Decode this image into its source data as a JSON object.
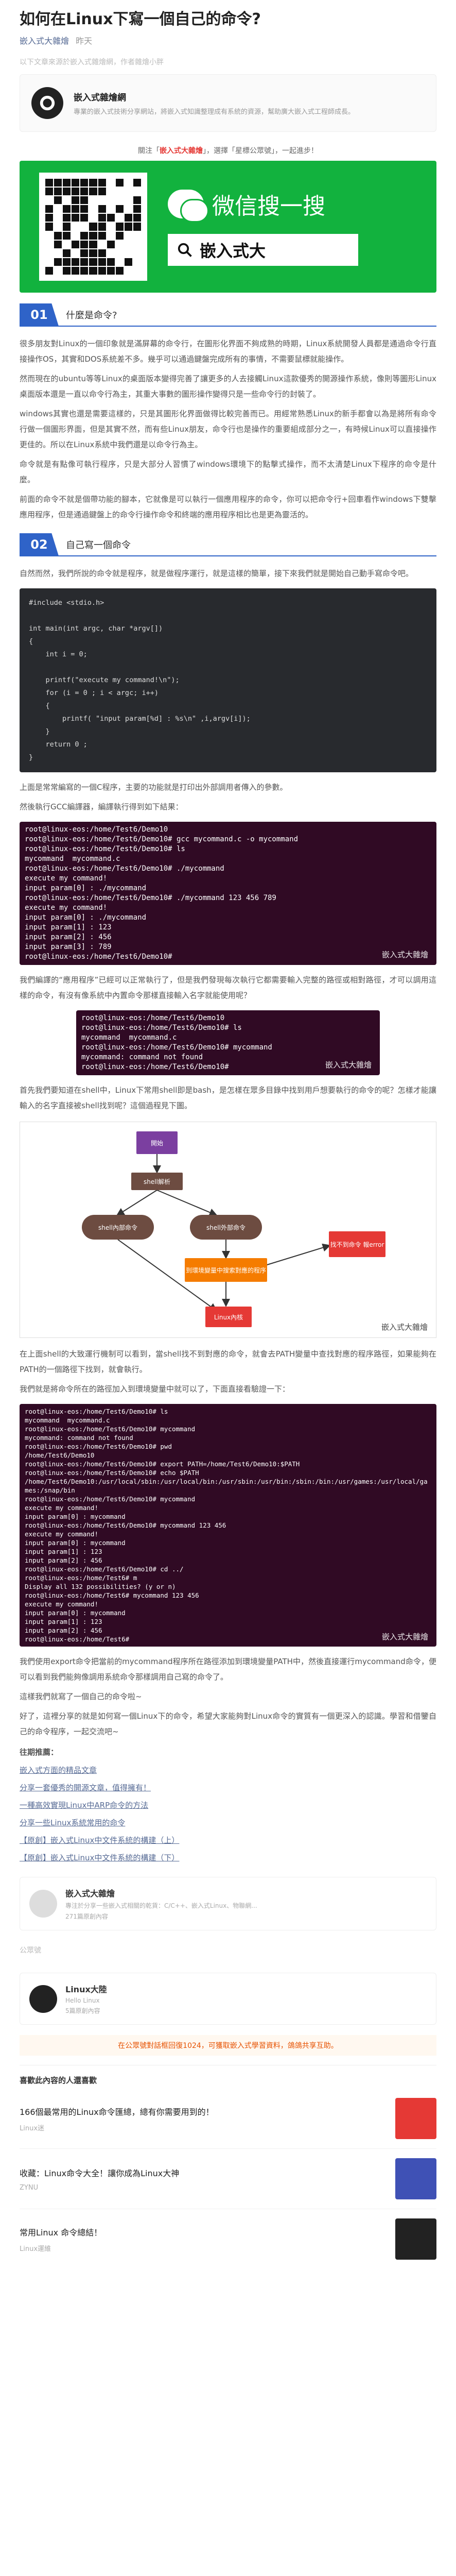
{
  "article": {
    "title": "如何在Linux下寫一個自己的命令?",
    "author": "嵌入式大雜燴",
    "date": "昨天",
    "notice": "以下文章來源於嵌入式雜燴網，作者雜燴小胖"
  },
  "profile_card": {
    "name": "嵌入式雜燴網",
    "desc": "專業的嵌入式技術分享網站，將嵌入式知識整理成有系統的資源，幫助廣大嵌入式工程師成長。"
  },
  "follow_tip": {
    "prefix": "關注「",
    "name": "嵌入式大雜燴",
    "suffix": "」，選擇「星標公眾號」，一起進步！"
  },
  "banner": {
    "line1": "微信搜一搜",
    "line2": "嵌入式大"
  },
  "sections": [
    {
      "num": "01",
      "title": "什麼是命令?"
    },
    {
      "num": "02",
      "title": "自己寫一個命令"
    }
  ],
  "paragraphs": {
    "p1": "很多朋友對Linux的一個印象就是滿屏幕的命令行，在圖形化界面不夠成熟的時期，Linux系統開發人員都是通過命令行直接操作OS，其實和DOS系統差不多。幾乎可以通過鍵盤完成所有的事情，不需要鼠標就能操作。",
    "p2": "然而現在的ubuntu等等Linux的桌面版本變得完善了讓更多的人去接觸Linux這款優秀的開源操作系統，像則等圖形Linux桌面版本還是一直以命令行為主，其重大事數的圖形操作變得只是一些命令行的封裝了。",
    "p3": "windows其實也還是需要這樣的，只是其圖形化界面做得比較完善而已。用經常熟悉Linux的新手都會以為是將所有命令行做一個圖形界面，但是其實不然，而有些Linux朋友，命令行也是操作的重要組成部分之一，有時候Linux可以直接操作更佳的。所以在Linux系統中我們還是以命令行為主。",
    "p4": "命令就是有點像可執行程序，只是大部分人習慣了windows環境下的點擊式操作，而不太清楚Linux下程序的命令是什麼。",
    "p5": "前面的命令不就是個帶功能的腳本，它就像是可以執行一個應用程序的命令，你可以把命令行+回車看作windows下雙擊應用程序，但是通過鍵盤上的命令行操作命令和終端的應用程序相比也是更為靈活的。",
    "p6": "自然而然，我們所說的命令就是程序，就是做程序運行，就是這樣的簡單，接下來我們就是開始自己動手寫命令吧。",
    "p7": "上面是常常編寫的一個C程序，主要的功能就是打印出外部調用者傳入的參數。",
    "p8": "然後執行GCC編譯器，編譯執行得到如下結果：",
    "p9": "我們編譯的“應用程序”已經可以正常執行了，但是我們發現每次執行它都需要輸入完整的路徑或相對路徑，才可以調用這樣的命令，有沒有像系統中內置命令那樣直接輸入名字就能使用呢？",
    "p10": "首先我們要知道在shell中，Linux下常用shell即是bash，是怎樣在眾多目錄中找到用戶想要執行的命令的呢？怎樣才能讓輸入的名字直接被shell找到呢？這個過程見下圖。",
    "p11": "在上面shell的大致運行機制可以看到，當shell找不到對應的命令，就會去PATH變量中查找對應的程序路徑，如果能夠在PATH的一個路徑下找到，就會執行。",
    "p12": "我們就是將命令所在的路徑加入到環境變量中就可以了，下面直接看驗證一下：",
    "p13": "我們使用export命令把當前的mycommand程序所在路徑添加到環境變量PATH中，然後直接運行mycommand命令，便可以看到我們能夠像調用系統命令那樣調用自己寫的命令了。",
    "p14": "這樣我們就寫了一個自己的命令啦~",
    "p15": "好了，這裡分享的就是如何寫一個Linux下的命令，希望大家能夠對Linux命令的實質有一個更深入的認識。學習和借鑒自己的命令程序，一起交流吧~"
  },
  "code_block": [
    "#include <stdio.h>",
    "",
    "int main(int argc, char *argv[])",
    "{",
    "    int i = 0;",
    "",
    "    printf(\"execute my command!\\n\");",
    "    for (i = 0 ; i < argc; i++)",
    "    {",
    "        printf( \"input param[%d] : %s\\n\" ,i,argv[i]);",
    "    }",
    "    return 0 ;",
    "}"
  ],
  "terminal1": [
    "root@linux-eos:/home/Test6/Demo10",
    "root@linux-eos:/home/Test6/Demo10# gcc mycommand.c -o mycommand",
    "root@linux-eos:/home/Test6/Demo10# ls",
    "mycommand  mycommand.c",
    "root@linux-eos:/home/Test6/Demo10# ./mycommand",
    "execute my command!",
    "input param[0] : ./mycommand",
    "root@linux-eos:/home/Test6/Demo10# ./mycommand 123 456 789",
    "execute my command!",
    "input param[0] : ./mycommand",
    "input param[1] : 123",
    "input param[2] : 456",
    "input param[3] : 789",
    "root@linux-eos:/home/Test6/Demo10#"
  ],
  "terminal2": [
    "root@linux-eos:/home/Test6/Demo10",
    "root@linux-eos:/home/Test6/Demo10# ls",
    "mycommand  mycommand.c",
    "root@linux-eos:/home/Test6/Demo10# mycommand",
    "mycommand: command not found",
    "root@linux-eos:/home/Test6/Demo10#"
  ],
  "terminal3": [
    "root@linux-eos:/home/Test6/Demo10# ls",
    "mycommand  mycommand.c",
    "root@linux-eos:/home/Test6/Demo10# mycommand",
    "mycommand: command not found",
    "root@linux-eos:/home/Test6/Demo10# pwd",
    "/home/Test6/Demo10",
    "root@linux-eos:/home/Test6/Demo10# export PATH=/home/Test6/Demo10:$PATH",
    "root@linux-eos:/home/Test6/Demo10# echo $PATH",
    "/home/Test6/Demo10:/usr/local/sbin:/usr/local/bin:/usr/sbin:/usr/bin:/sbin:/bin:/usr/games:/usr/local/games:/snap/bin",
    "root@linux-eos:/home/Test6/Demo10# mycommand",
    "execute my command!",
    "input param[0] : mycommand",
    "root@linux-eos:/home/Test6/Demo10# mycommand 123 456",
    "execute my command!",
    "input param[0] : mycommand",
    "input param[1] : 123",
    "input param[2] : 456",
    "root@linux-eos:/home/Test6/Demo10# cd ../",
    "root@linux-eos:/home/Test6# m",
    "Display all 132 possibilities? (y or n)",
    "root@linux-eos:/home/Test6# mycommand 123 456",
    "execute my command!",
    "input param[0] : mycommand",
    "input param[1] : 123",
    "input param[2] : 456",
    "root@linux-eos:/home/Test6#"
  ],
  "watermark": "嵌入式大雜燴",
  "flowchart": {
    "start": "開始",
    "shell": "shell解析",
    "builtin": "shell內部命令",
    "external": "shell外部命令",
    "search": "到環境變量中搜索對應的程序",
    "notfound": "找不到命令\n報error",
    "kernel": "Linux內核"
  },
  "recs": {
    "label": "往期推薦：",
    "items": [
      "嵌入式方面的精品文章",
      "分享一套優秀的開源文章，值得擁有！",
      "一種高效實現Linux中ARP命令的方法",
      "分享一些Linux系統常用的命令",
      "【原創】嵌入式Linux中文件系統的構建（上）",
      "【原創】嵌入式Linux中文件系統的構建（下）"
    ]
  },
  "author_box": {
    "name": "嵌入式大雜燴",
    "desc": "專注於分享一些嵌入式相關的乾貨：C/C++、嵌入式Linux、物聯網...",
    "meta": "271篇原創內容"
  },
  "public_box": {
    "name": "Linux大陸",
    "sub": "Hello Linux",
    "meta": "5篇原創內容"
  },
  "like_label": "公眾號",
  "ad_text": "在公眾號對話框回復1024，可獲取嵌入式學習資料，鴿鴿共享互助。",
  "read_label": "喜歡此內容的人還喜歡",
  "related": [
    {
      "title": "166個最常用的Linux命令匯總，總有你需要用到的！",
      "src": "Linux迷"
    },
    {
      "title": "收藏：Linux命令大全！讓你成為Linux大神",
      "src": "ZYNU"
    },
    {
      "title": "常用Linux 命令總結！",
      "src": "Linux運維"
    }
  ]
}
